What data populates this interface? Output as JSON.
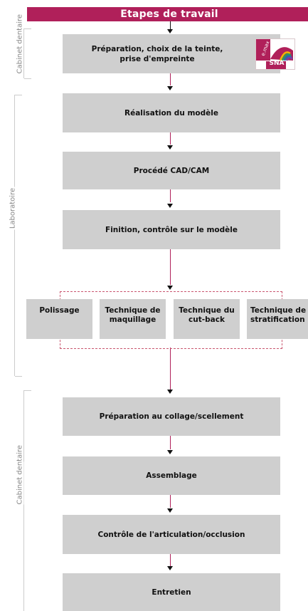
{
  "header": {
    "title": "Etapes de travail"
  },
  "side_labels": {
    "cabinet_top": "Cabinet dentaire",
    "laboratoire": "Laboratoire",
    "cabinet_bottom": "Cabinet dentaire"
  },
  "steps": {
    "preparation": "Préparation, choix de la teinte, prise d'empreinte",
    "modele": "Réalisation du modèle",
    "cadcam": "Procédé CAD/CAM",
    "finition": "Finition, contrôle sur le modèle",
    "collage": "Préparation au collage/scellement",
    "assemblage": "Assemblage",
    "articulation": "Contrôle de l'articulation/occlusion",
    "entretien": "Entretien"
  },
  "techniques": {
    "polissage": "Polissage",
    "maquillage": "Technique de maquillage",
    "cutback": "Technique du cut-back",
    "stratification": "Technique de stratification"
  },
  "logo": {
    "brand": "e.max",
    "label": "SNA",
    "colors": [
      "#b0205a",
      "#f2b705",
      "#2a9d5a",
      "#1f6fb5",
      "#7a3fa0"
    ]
  },
  "colors": {
    "accent": "#b0205a",
    "box": "#cfcfcf"
  }
}
